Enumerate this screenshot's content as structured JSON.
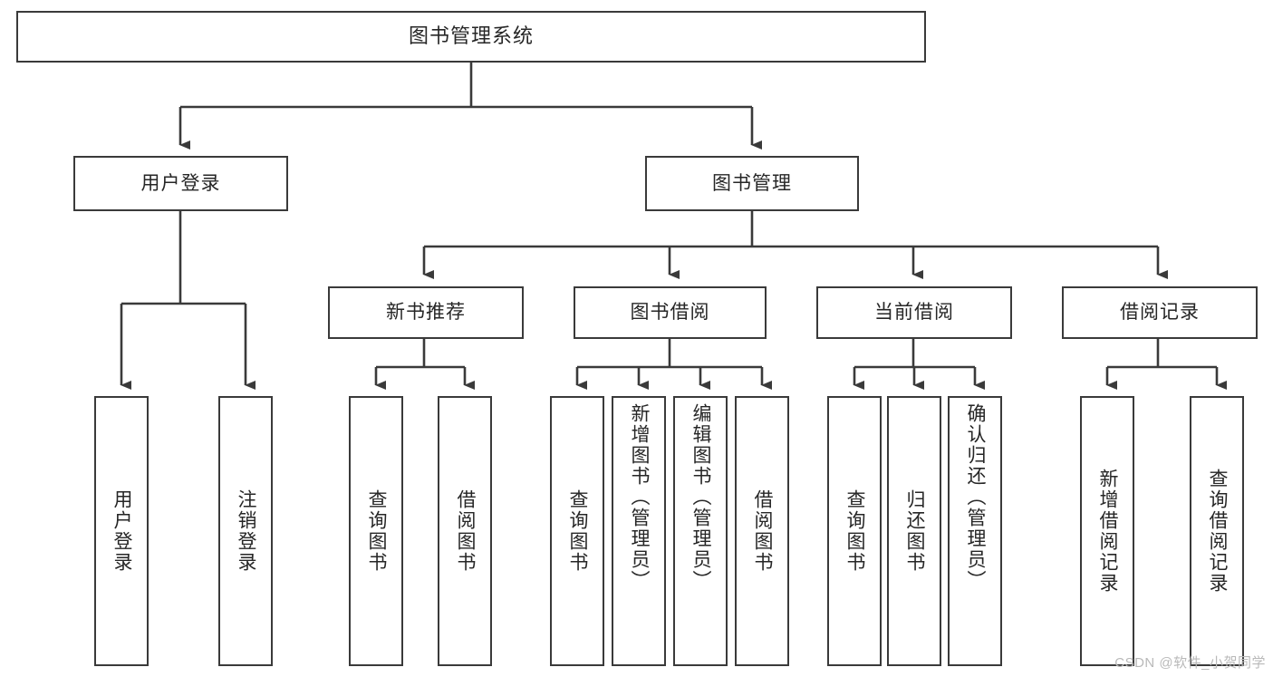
{
  "diagram": {
    "title": "图书管理系统",
    "watermark": "CSDN @软件_小贺同学",
    "root": {
      "label": "图书管理系统"
    },
    "level2": [
      {
        "label": "用户登录"
      },
      {
        "label": "图书管理"
      }
    ],
    "level3": [
      {
        "label": "新书推荐"
      },
      {
        "label": "图书借阅"
      },
      {
        "label": "当前借阅"
      },
      {
        "label": "借阅记录"
      }
    ],
    "leaves": {
      "user_login": [
        {
          "label": "用户登录"
        },
        {
          "label": "注销登录"
        }
      ],
      "new_book": [
        {
          "label": "查询图书"
        },
        {
          "label": "借阅图书"
        }
      ],
      "book_borrow": [
        {
          "label": "查询图书"
        },
        {
          "label": "新增图书（管理员）"
        },
        {
          "label": "编辑图书（管理员）"
        },
        {
          "label": "借阅图书"
        }
      ],
      "current_borrow": [
        {
          "label": "查询图书"
        },
        {
          "label": "归还图书"
        },
        {
          "label": "确认归还（管理员）"
        }
      ],
      "borrow_record": [
        {
          "label": "新增借阅记录"
        },
        {
          "label": "查询借阅记录"
        }
      ]
    },
    "colors": {
      "stroke": "#3a3a3a",
      "text": "#262626",
      "background": "#ffffff",
      "watermark": "#b9b9b9"
    }
  }
}
